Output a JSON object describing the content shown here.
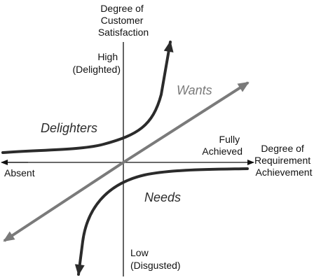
{
  "y_axis": {
    "title_lines": [
      "Degree of",
      "Customer",
      "Satisfaction"
    ],
    "top_label_lines": [
      "High",
      "(Delighted)"
    ],
    "bottom_label_lines": [
      "Low",
      "(Disgusted)"
    ]
  },
  "x_axis": {
    "title_lines": [
      "Degree of",
      "Requirement",
      "Achievement"
    ],
    "right_label_lines": [
      "Fully",
      "Achieved"
    ],
    "left_label": "Absent"
  },
  "curves": {
    "delighters": {
      "label": "Delighters",
      "color": "#2b2b2b"
    },
    "wants": {
      "label": "Wants",
      "color": "#7a7a7a"
    },
    "needs": {
      "label": "Needs",
      "color": "#2b2b2b"
    }
  },
  "colors": {
    "axis": "#111111",
    "background": "#ffffff"
  }
}
